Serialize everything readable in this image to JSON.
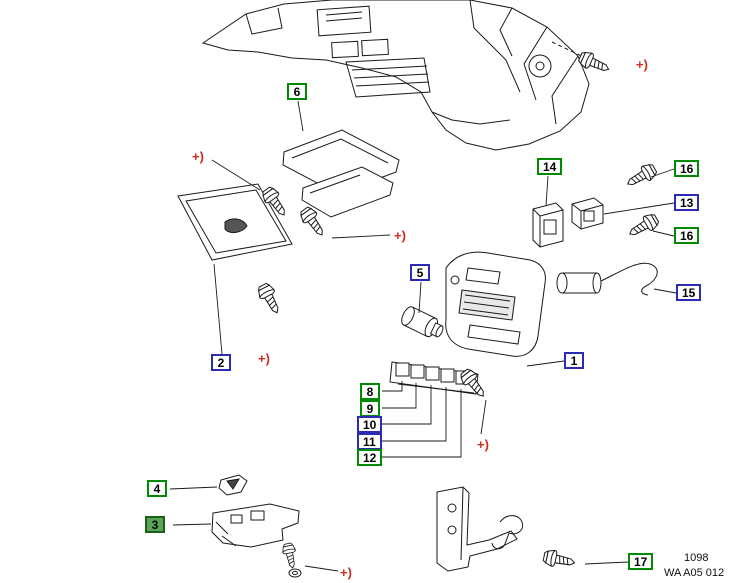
{
  "diagram": {
    "type": "exploded-parts-diagram",
    "subject": "instrument panel / dashboard switches and glove box",
    "footer": {
      "figure_number": "1098",
      "drawing_code": "WA A05 012"
    },
    "fastener_mark": "+)",
    "colors": {
      "callout_green": "#008a00",
      "callout_blue": "#2b2bb4",
      "callout_highlight_fill": "#58a558",
      "fastener_red": "#d42a1e",
      "line_art": "#1a1a1a"
    },
    "callouts": [
      {
        "label": "6",
        "style": "green"
      },
      {
        "label": "14",
        "style": "green"
      },
      {
        "label": "16",
        "style": "green"
      },
      {
        "label": "13",
        "style": "blue"
      },
      {
        "label": "16",
        "style": "green"
      },
      {
        "label": "5",
        "style": "blue"
      },
      {
        "label": "15",
        "style": "blue"
      },
      {
        "label": "2",
        "style": "blue"
      },
      {
        "label": "1",
        "style": "blue"
      },
      {
        "label": "8",
        "style": "green"
      },
      {
        "label": "9",
        "style": "green"
      },
      {
        "label": "10",
        "style": "blue"
      },
      {
        "label": "11",
        "style": "blue"
      },
      {
        "label": "12",
        "style": "green"
      },
      {
        "label": "4",
        "style": "green"
      },
      {
        "label": "3",
        "style": "green-filled"
      },
      {
        "label": "17",
        "style": "green"
      }
    ]
  }
}
